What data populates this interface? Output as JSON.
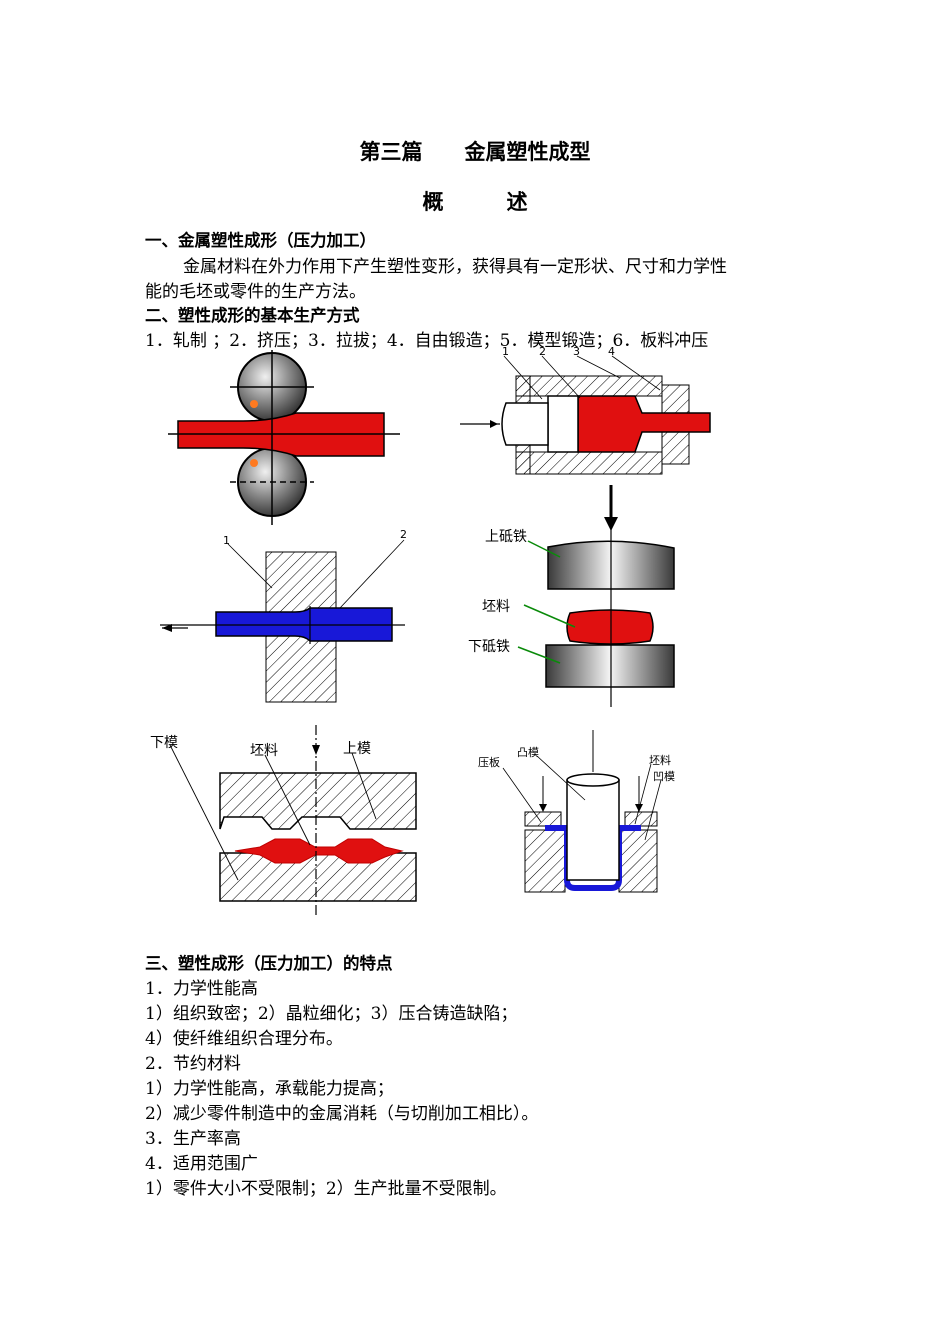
{
  "doc": {
    "title": "第三篇　　金属塑性成型",
    "subtitle": "概　　　述",
    "section1": {
      "heading": "一、金属塑性成形（压力加工）",
      "para_line1": "金属材料在外力作用下产生塑性变形，获得具有一定形状、尺寸和力学性",
      "para_line2": "能的毛坯或零件的生产方法。"
    },
    "section2": {
      "heading": "二、塑性成形的基本生产方式",
      "methods": "1．轧制 ；2．挤压；3．拉拔；4．自由锻造；5．模型锻造；6．板料冲压"
    },
    "figures": {
      "extrusion_numbers": [
        "1",
        "2",
        "3",
        "4"
      ],
      "drawing_numbers": [
        "1",
        "2"
      ],
      "forging": {
        "upper_anvil": "上砥铁",
        "blank": "坯料",
        "lower_anvil": "下砥铁"
      },
      "die_forging": {
        "lower_die": "下模",
        "blank": "坯料",
        "upper_die": "上模"
      },
      "stamping": {
        "press_plate": "压板",
        "punch": "凸模",
        "blank": "坯料",
        "die": "凹模"
      }
    },
    "section3": {
      "heading": "三、塑性成形（压力加工）的特点",
      "lines": [
        "1．力学性能高",
        "1）组织致密；2）晶粒细化；3）压合铸造缺陷；",
        "4）使纤维组织合理分布。",
        "2．节约材料",
        "1）力学性能高，承载能力提高；",
        "2）减少零件制造中的金属消耗（与切削加工相比）。",
        "3．生产率高",
        "4．适用范围广",
        "1）零件大小不受限制；2）生产批量不受限制。"
      ]
    },
    "colors": {
      "red": "#e01010",
      "blue": "#1818d8",
      "gray": "#8a8a8a",
      "green": "#0a8a0a"
    }
  }
}
